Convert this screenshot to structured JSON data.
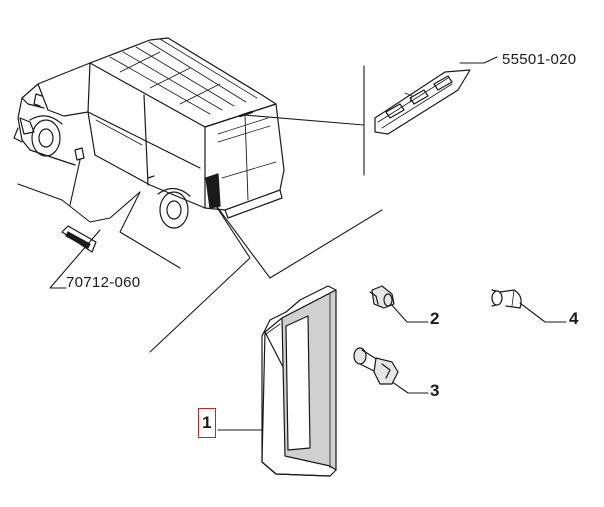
{
  "callouts": {
    "part_55501": "55501-020",
    "part_70712": "70712-060",
    "item_1": "1",
    "item_2": "2",
    "item_3": "3",
    "item_4": "4"
  },
  "colors": {
    "line": "#1a1a1a",
    "highlight_box": "#d32020",
    "panel_gray": "#c8c8c8"
  }
}
